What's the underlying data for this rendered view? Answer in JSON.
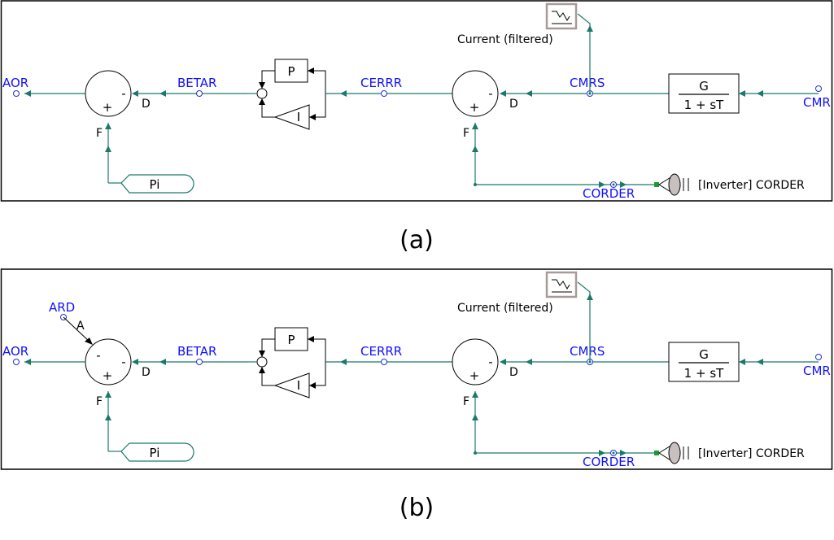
{
  "panels": [
    {
      "caption": "(a)",
      "labels": {
        "aor": "AOR",
        "betar": "BETAR",
        "cerrr": "CERRR",
        "cmrs": "CMRS",
        "cmr": "CMR",
        "corder": "CORDER",
        "current": "Current (filtered)",
        "pi": "Pi",
        "inverter": "[Inverter] CORDER",
        "p": "P",
        "i": "I",
        "tf_num": "G",
        "tf_den": "1 + sT",
        "d1": "D",
        "f1": "F",
        "d2": "D",
        "f2": "F",
        "plus1": "+",
        "minus1": "-",
        "plus2": "+",
        "minus2": "-"
      },
      "ard": null
    },
    {
      "caption": "(b)",
      "labels": {
        "aor": "AOR",
        "betar": "BETAR",
        "cerrr": "CERRR",
        "cmrs": "CMRS",
        "cmr": "CMR",
        "corder": "CORDER",
        "current": "Current (filtered)",
        "pi": "Pi",
        "inverter": "[Inverter] CORDER",
        "p": "P",
        "i": "I",
        "tf_num": "G",
        "tf_den": "1 + sT",
        "d1": "D",
        "f1": "F",
        "d2": "D",
        "f2": "F",
        "plus1": "+",
        "minus1": "-",
        "plus2": "+",
        "minus2": "-"
      },
      "ard": {
        "label": "ARD",
        "port": "A",
        "minus": "-"
      }
    }
  ],
  "colors": {
    "wire": "#1a7a6a",
    "signal_label": "#1010ff",
    "frame": "#000000"
  },
  "icons": [
    "sum-junction",
    "integrator-triangle",
    "scope-icon",
    "speaker-icon",
    "signal-node"
  ]
}
